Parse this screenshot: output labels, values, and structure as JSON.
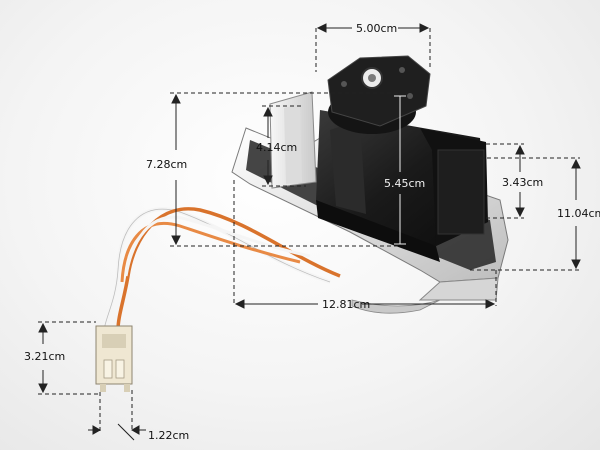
{
  "colors": {
    "background": "#f2f2f2",
    "housing": "#1c1c1c",
    "frame": "#e4e4e4",
    "dimension_line": "#222222",
    "wire_white": "#f5f5f5",
    "wire_orange": "#d9732c",
    "connector": "#efe7d2"
  },
  "dimensions": {
    "top_width": "5.00cm",
    "total_height": "7.28cm",
    "cover_height": "4.14cm",
    "motor_height": "5.45cm",
    "side_height": "3.43cm",
    "overall_depth": "11.04cm",
    "base_length": "12.81cm",
    "connector_height": "3.21cm",
    "connector_width": "1.22cm"
  }
}
